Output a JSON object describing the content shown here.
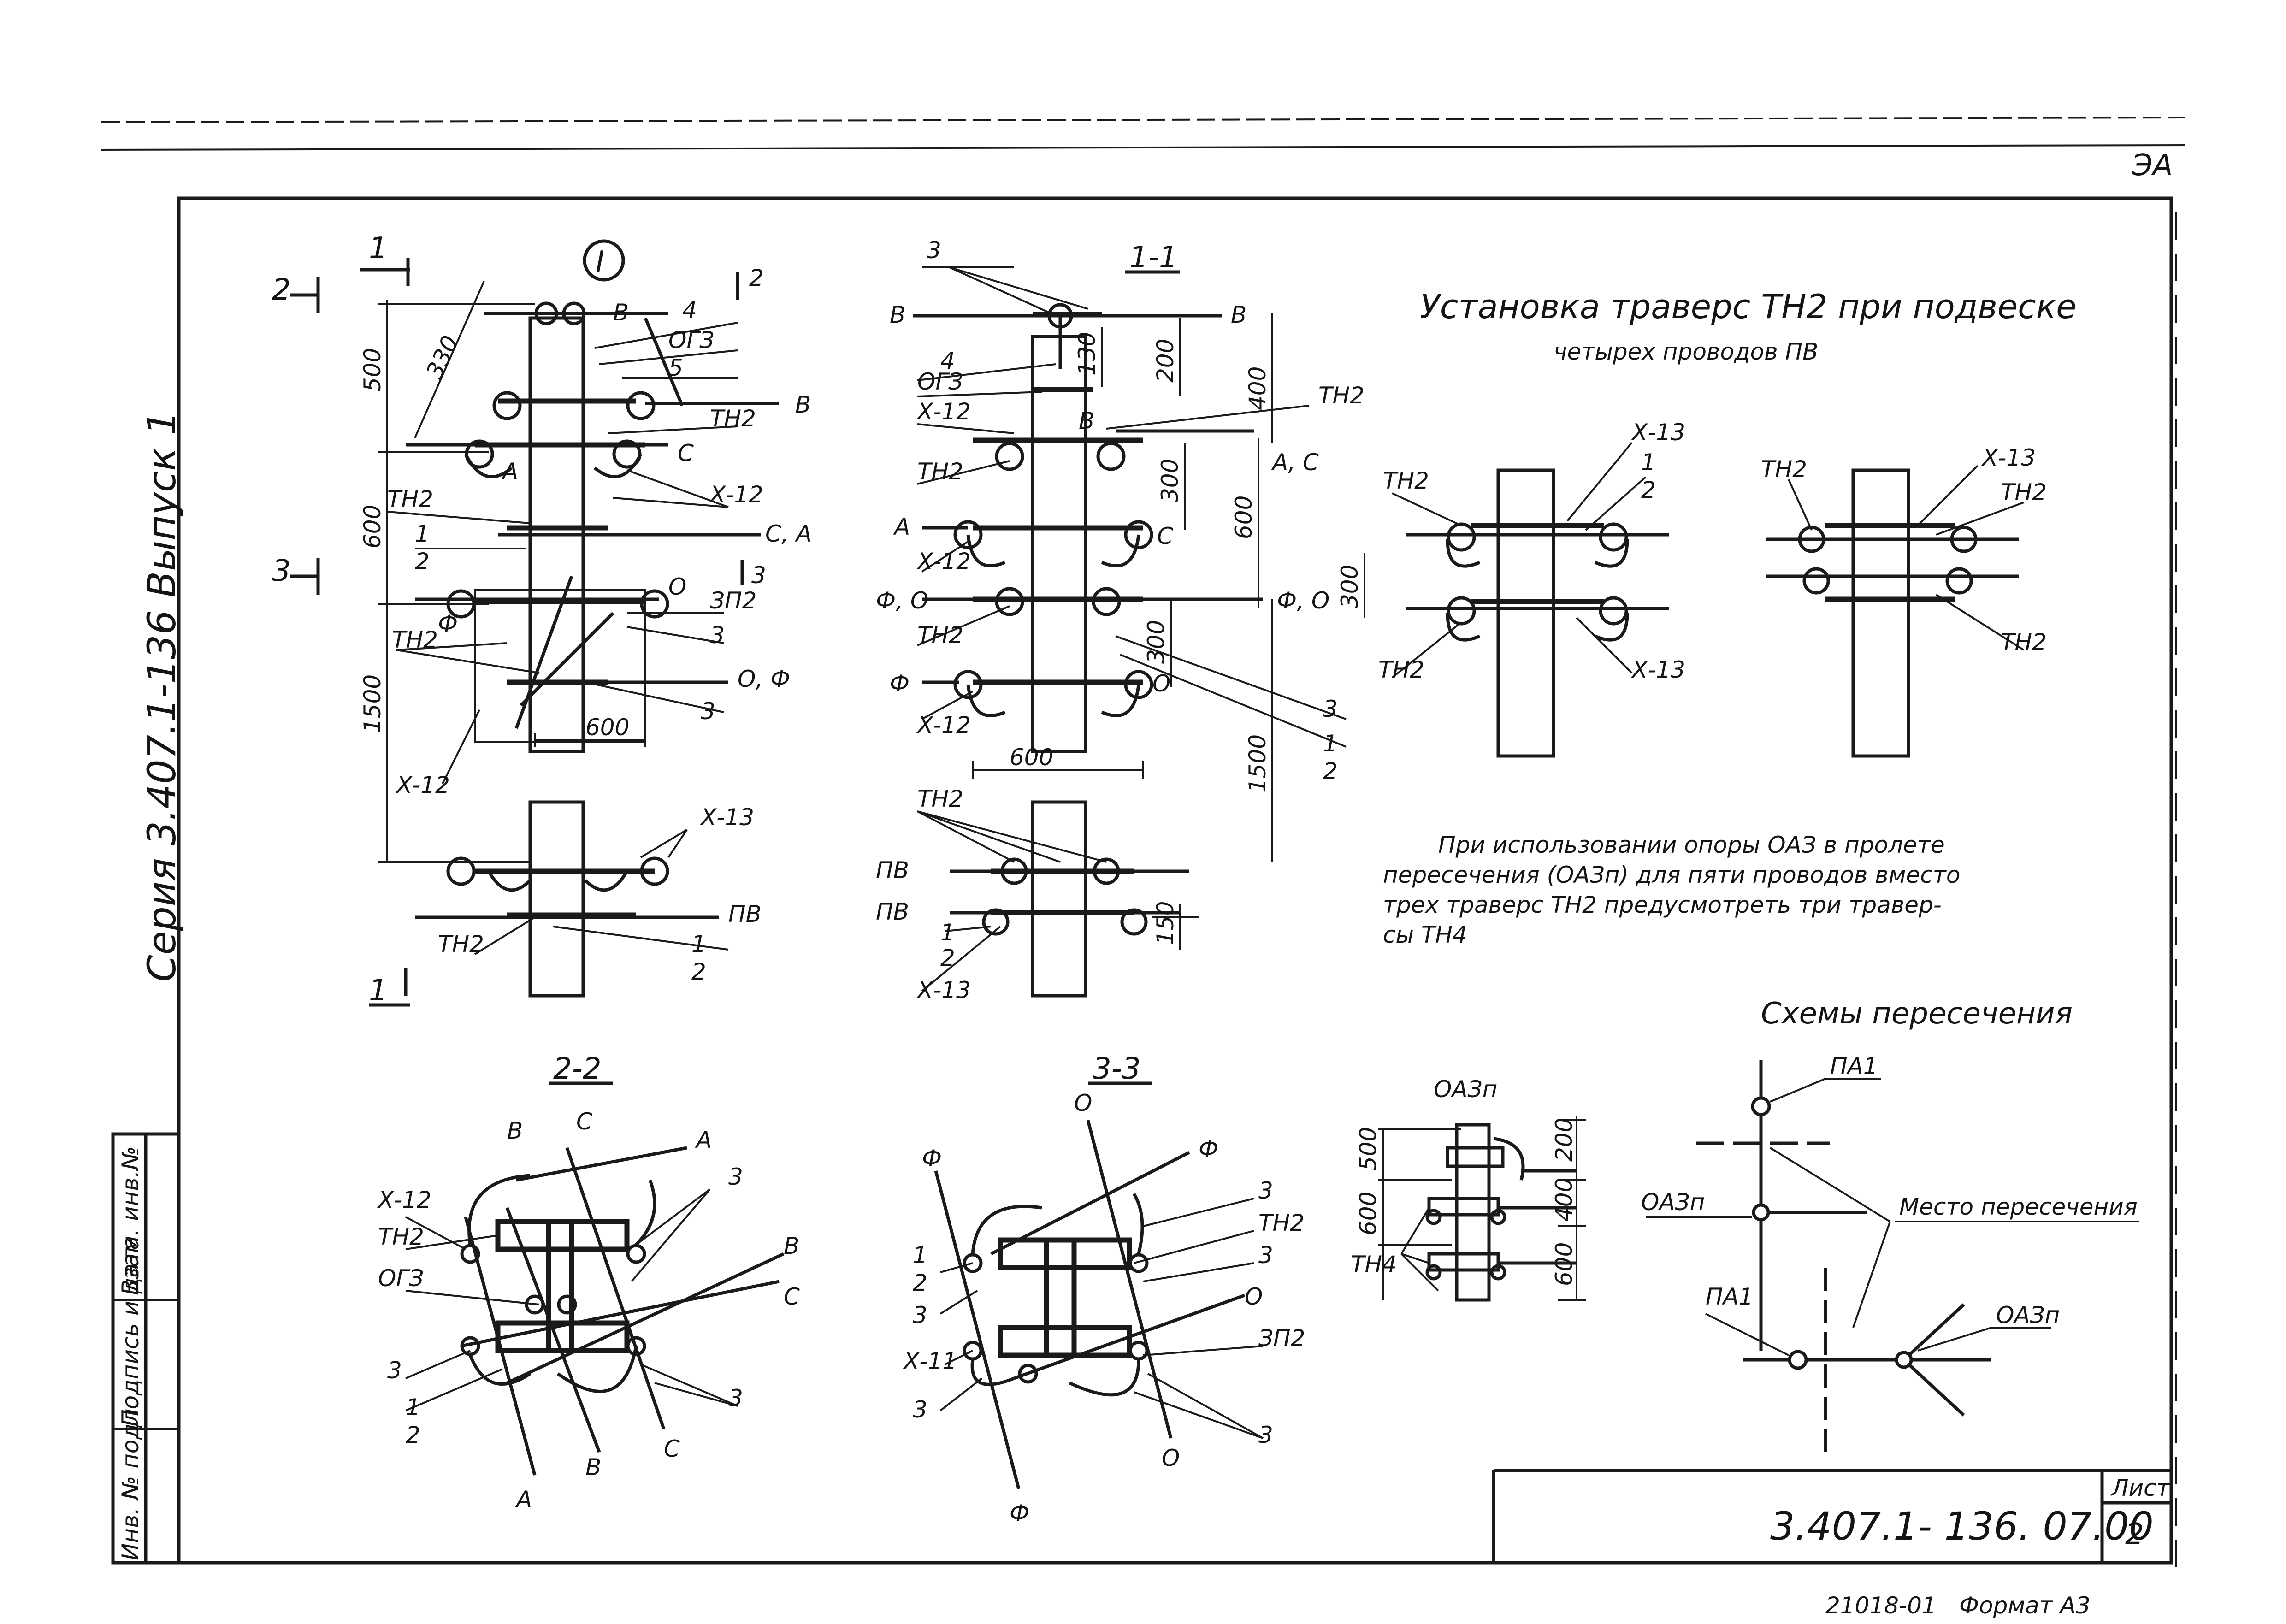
{
  "frame": {
    "corner_mark": "ЭА"
  },
  "left_margin": {
    "series": "Серия 3.407.1-136 Выпуск 1",
    "stamp": [
      "Инв. № подл.",
      "Подпись и дата",
      "Взам. инв.№"
    ]
  },
  "heading": {
    "line1": "Установка траверс ТН2 при подвеске",
    "line2": "четырех проводов ПВ"
  },
  "note": [
    "При использовании   опоры  ОАЗ  в  пролете",
    "пересечения  (ОАЗп)  для  пяти  проводов  вместо",
    "трех  траверс  ТН2  предусмотреть  три  травер-",
    "сы  ТН4"
  ],
  "title_block": {
    "code": "3.407.1- 136. 07.00",
    "sheet_label": "Лист",
    "sheet_no": "2"
  },
  "footer": {
    "order": "21018-01",
    "format": "Формат А3"
  },
  "views": {
    "main": {
      "node": "I",
      "cut1": "1",
      "cut2": "2",
      "cut3": "3",
      "dims": [
        "500",
        "600",
        "1500",
        "600",
        "330"
      ],
      "labels": {
        "n4": "4",
        "ogz": "ОГЗ",
        "n5": "5",
        "th2a": "ТН2",
        "x12a": "Х-12",
        "th2b": "ТН2",
        "one": "1",
        "two": "2",
        "zp2": "ЗП2",
        "n3a": "3",
        "th2c": "ТН2",
        "n3b": "3",
        "x12b": "Х-12",
        "x13": "Х-13",
        "th2d": "ТН2",
        "one2": "1",
        "two2": "2",
        "w_b1": "В",
        "w_b2": "В",
        "w_a": "А",
        "w_c": "С",
        "w_ca": "С, А",
        "w_o": "О",
        "w_f": "Ф",
        "w_of": "О, Ф",
        "w_pv": "ПВ"
      }
    },
    "section11": {
      "title": "1-1",
      "dims": [
        "130",
        "200",
        "400",
        "300",
        "600",
        "300",
        "1500",
        "600",
        "150"
      ],
      "labels": {
        "n3": "3",
        "n4": "4",
        "ogz": "ОГЗ",
        "x12a": "Х-12",
        "th2a": "ТН2",
        "x12b": "Х-12",
        "th2b": "ТН2",
        "x12c": "Х-12",
        "th2r": "ТН2",
        "th2c": "ТН2",
        "x13": "Х-13",
        "n3r": "3",
        "one": "1",
        "two": "2",
        "one2": "1",
        "two2": "2",
        "w_b1": "В",
        "w_b2": "В",
        "w_b3": "В",
        "w_ac": "А, С",
        "w_a": "А",
        "w_c": "С",
        "w_fo1": "Ф, О",
        "w_fo2": "Ф, О",
        "w_f": "Ф",
        "w_o": "О",
        "w_pv1": "ПВ",
        "w_pv2": "ПВ"
      }
    },
    "detail_right": {
      "labels": {
        "th2a": "ТН2",
        "x13a": "Х-13",
        "one": "1",
        "two": "2",
        "d300": "300",
        "th2b": "ТН2",
        "x13b": "Х-13",
        "th2c": "ТН2",
        "x13c": "Х-13",
        "th2d": "ТН2",
        "th2e": "ТН2"
      }
    },
    "section22": {
      "title": "2-2",
      "labels": {
        "x12": "Х-12",
        "th2": "ТН2",
        "ogz": "ОГЗ",
        "n3a": "3",
        "n3b": "3",
        "n3c": "3",
        "one": "1",
        "two": "2",
        "w_b1": "В",
        "w_c1": "С",
        "w_a1": "А",
        "w_b2": "В",
        "w_c2": "С",
        "w_c3": "С",
        "w_b3": "В",
        "w_a2": "А"
      }
    },
    "section33": {
      "title": "3-3",
      "labels": {
        "n3a": "3",
        "th2": "ТН2",
        "n3b": "3",
        "one": "1",
        "two": "2",
        "n3c": "3",
        "x11": "Х-11",
        "n3d": "3",
        "zp2": "ЗП2",
        "n3e": "3",
        "w_f1": "Ф",
        "w_o1": "О",
        "w_f2": "Ф",
        "w_o2": "О",
        "w_o3": "О",
        "w_f3": "Ф"
      }
    },
    "oazp": {
      "title": "ОАЗп",
      "dims": [
        "200",
        "500",
        "400",
        "600",
        "600"
      ],
      "th4": "ТН4"
    },
    "crossing": {
      "title": "Схемы пересечения",
      "pa1_top": "ПА1",
      "oazp_left": "ОАЗп",
      "place": "Место пересечения",
      "pa1_bottom": "ПА1",
      "oazp_right": "ОАЗп"
    }
  }
}
